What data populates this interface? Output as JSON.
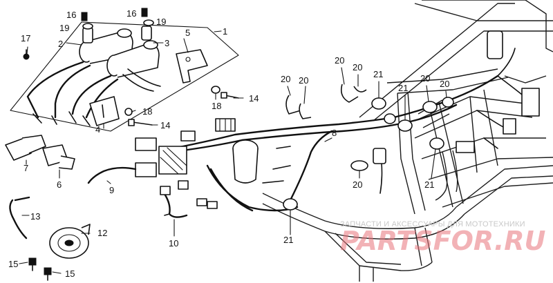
{
  "callouts": {
    "c1": "1",
    "c2": "2",
    "c3": "3",
    "c4": "4",
    "c5": "5",
    "c6": "6",
    "c7": "7",
    "c8": "8",
    "c9": "9",
    "c10": "10",
    "c12": "12",
    "c13": "13",
    "c14a": "14",
    "c14b": "14",
    "c15a": "15",
    "c15b": "15",
    "c16a": "16",
    "c16b": "16",
    "c17": "17",
    "c18a": "18",
    "c18b": "18",
    "c19a": "19",
    "c19b": "19",
    "c20a": "20",
    "c20b": "20",
    "c20c": "20",
    "c20d": "20",
    "c20e": "20",
    "c20f": "20",
    "c20g": "20",
    "c21a": "21",
    "c21b": "21",
    "c21c": "21",
    "c21d": "21"
  },
  "watermark": {
    "tagline": "ЗАПЧАСТИ И АКСЕССУАРЫ ДЛЯ МОТОТЕХНИКИ",
    "logo": "PARTSFOR.RU",
    "logo_color": "#e8747c"
  }
}
